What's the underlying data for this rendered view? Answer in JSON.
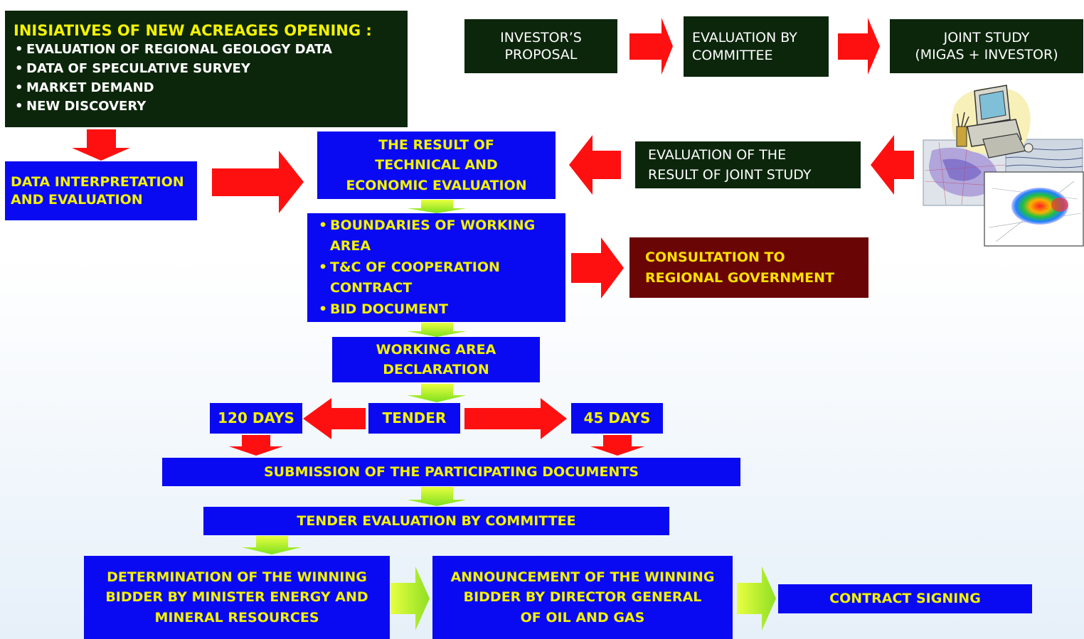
{
  "initiatives": {
    "title": "INISIATIVES OF NEW ACREAGES OPENING :",
    "items": [
      "EVALUATION OF REGIONAL GEOLOGY DATA",
      "DATA OF SPECULATIVE SURVEY",
      "MARKET DEMAND",
      "NEW DISCOVERY"
    ]
  },
  "investor_proposal": "INVESTOR’S\nPROPOSAL",
  "evaluation_by_committee": "EVALUATION BY\nCOMMITTEE",
  "joint_study": "JOINT STUDY\n(MIGAS + INVESTOR)",
  "data_interpretation": "DATA INTERPRETATION\nAND EVALUATION",
  "technical_economic_result": "THE RESULT OF\nTECHNICAL AND\nECONOMIC EVALUATION",
  "evaluation_joint_study": "EVALUATION OF THE\nRESULT OF JOINT STUDY",
  "boundaries": {
    "items": [
      "BOUNDARIES OF WORKING AREA",
      "T&C OF COOPERATION CONTRACT",
      "BID DOCUMENT"
    ]
  },
  "consultation": "CONSULTATION TO\nREGIONAL GOVERNMENT",
  "working_area_declaration": "WORKING AREA\nDECLARATION",
  "tender": "TENDER",
  "days_120": "120 DAYS",
  "days_45": "45 DAYS",
  "submission": "SUBMISSION OF THE PARTICIPATING DOCUMENTS",
  "tender_evaluation": "TENDER EVALUATION BY COMMITTEE",
  "determination": "DETERMINATION OF THE WINNING\nBIDDER BY MINISTER ENERGY AND\nMINERAL RESOURCES",
  "announcement": "ANNOUNCEMENT OF THE WINNING\nBIDDER BY DIRECTOR GENERAL\nOF OIL AND GAS",
  "contract_signing": "CONTRACT SIGNING",
  "colors": {
    "blue_box": "#0a0af2",
    "yellow_text": "#f2f200",
    "dark_box": "#0c260c",
    "maroon_box": "#6a0505",
    "red_arrow": "#ff1010",
    "green_arrow": "#a8f02a"
  },
  "icons": [
    "computer-clipart-icon",
    "geology-map-image"
  ]
}
